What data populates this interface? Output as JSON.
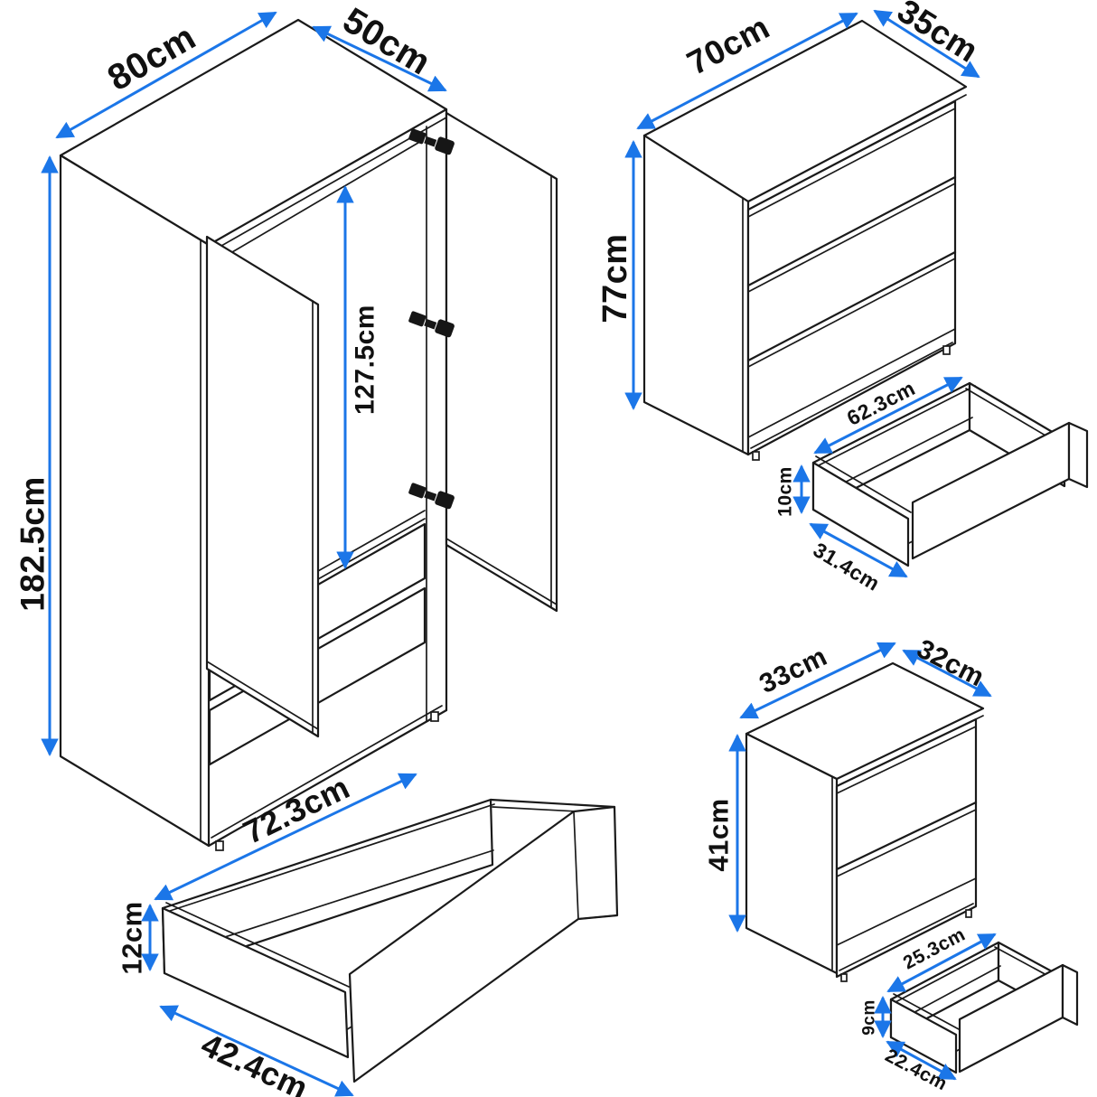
{
  "colors": {
    "arrow": "#1b76e8",
    "line": "#1a1a1a",
    "background": "#ffffff"
  },
  "pieces": {
    "wardrobe": {
      "width": "80cm",
      "depth": "50cm",
      "height": "182.5cm",
      "interior_height": "127.5cm"
    },
    "wardrobe_drawer": {
      "width": "72.3cm",
      "height": "12cm",
      "depth": "42.4cm"
    },
    "chest": {
      "width": "70cm",
      "depth": "35cm",
      "height": "77cm"
    },
    "chest_drawer": {
      "width": "62.3cm",
      "height": "10cm",
      "depth": "31.4cm"
    },
    "bedside": {
      "width": "33cm",
      "depth": "32cm",
      "height": "41cm"
    },
    "bedside_drawer": {
      "width": "25.3cm",
      "height": "9cm",
      "depth": "22.4cm"
    }
  }
}
